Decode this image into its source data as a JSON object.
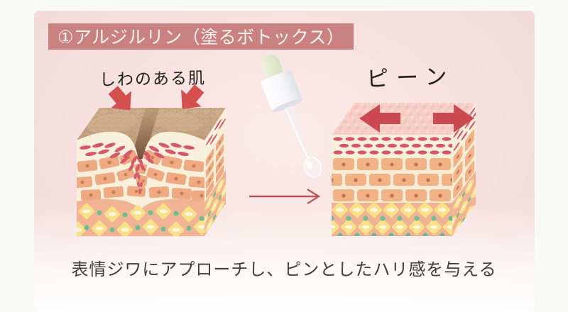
{
  "title": {
    "label": "①アルジルリン（塗るボトックス）",
    "bg": "#c98280",
    "text_color": "#fdf4f3"
  },
  "before": {
    "label": "しわのある肌"
  },
  "after": {
    "label": "ピーン"
  },
  "caption": {
    "text": "表情ジワにアプローチし、ピンとしたハリ感を与える"
  },
  "icons": {
    "press_arrows": "red arrows pressing down into wrinkle crease",
    "stretch_arrows": "red arrows pulling skin surface outward",
    "transform_arrow": "thin red arrow from wrinkled skin to smooth skin",
    "dropper": "white serum dropper with pale green bulb and clear droplet"
  },
  "colors": {
    "panel_pink": "#f4dcdb",
    "title_bar_bg": "#c98280",
    "arrow_red": "#cc4a52",
    "press_arrow_red": "#d4504e",
    "transform_arrow_red": "#b85658",
    "skin_top_tan": "#c9a886",
    "wrinkle_crease_brown": "#6b4c35",
    "epidermis_cream": "#f8f0da",
    "fiber_red": "#d5566b",
    "cell_orange": "#f1b286",
    "cell_nucleus": "#c9734d",
    "dermis_salmon": "#f2b394",
    "collagen_yellow": "#f9e18a",
    "elastin_green": "#6cbe92",
    "smooth_surface_pink": "#f6cec5",
    "caption_text": "#433e3e"
  }
}
